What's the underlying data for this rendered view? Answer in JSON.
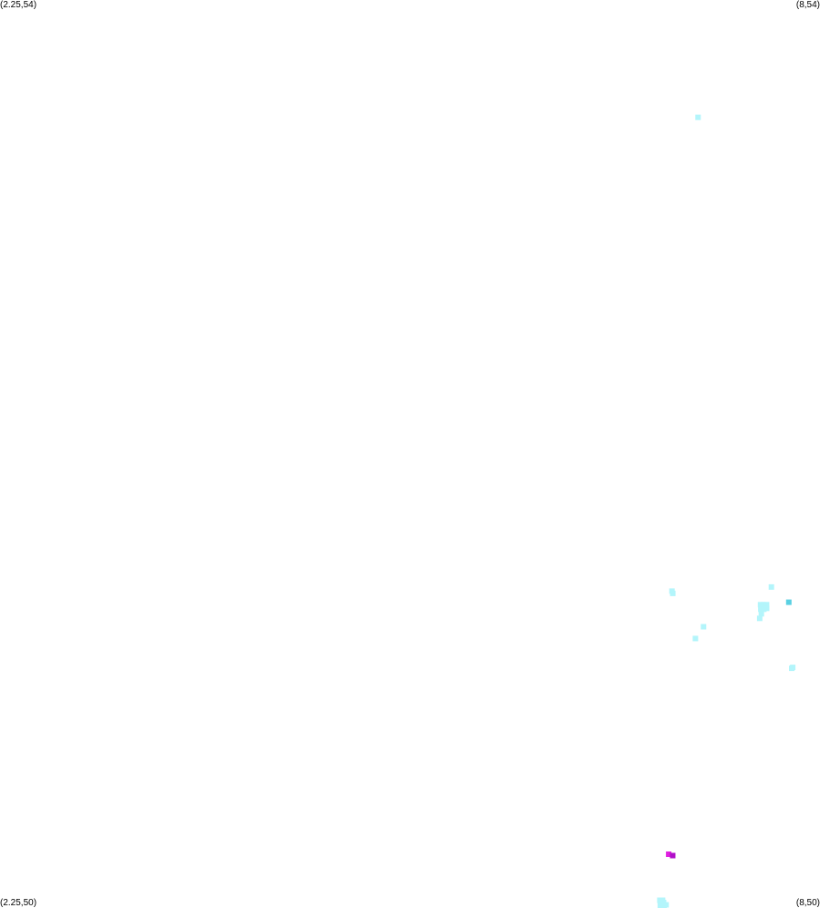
{
  "corners": {
    "top_left": "(2.25,54)",
    "top_right": "(8,54)",
    "bottom_left": "(2.25,50)",
    "bottom_right": "(8,50)"
  },
  "colors": {
    "light_cyan": "#b3f5fb",
    "medium_cyan": "#5ad0e2",
    "magenta": "#e020e0",
    "purple": "#b010c8"
  },
  "chart_data": {
    "type": "scatter",
    "xlim": [
      2.25,
      8
    ],
    "ylim": [
      50,
      54
    ],
    "series": [
      {
        "color": "light_cyan",
        "points": [
          [
            7.145,
            53.483
          ],
          [
            6.962,
            51.396
          ],
          [
            6.968,
            51.386
          ],
          [
            7.183,
            51.239
          ],
          [
            7.126,
            51.187
          ],
          [
            7.659,
            51.414
          ],
          [
            7.583,
            51.336
          ],
          [
            7.601,
            51.336
          ],
          [
            7.625,
            51.336
          ],
          [
            7.585,
            51.316
          ],
          [
            7.606,
            51.316
          ],
          [
            7.626,
            51.32
          ],
          [
            7.589,
            51.296
          ],
          [
            7.577,
            51.276
          ],
          [
            7.809,
            51.06
          ],
          [
            7.802,
            51.056
          ],
          [
            6.877,
            50.034
          ],
          [
            6.896,
            50.034
          ],
          [
            6.883,
            50.024
          ],
          [
            6.903,
            50.024
          ],
          [
            6.887,
            50.012
          ],
          [
            6.906,
            50.012
          ],
          [
            6.921,
            50.014
          ],
          [
            6.88,
            50.004
          ],
          [
            6.903,
            50.004
          ]
        ]
      },
      {
        "color": "medium_cyan",
        "points": [
          [
            7.781,
            51.347
          ]
        ]
      },
      {
        "color": "magenta",
        "points": [
          [
            6.939,
            50.237
          ]
        ]
      },
      {
        "color": "purple",
        "points": [
          [
            6.967,
            50.231
          ]
        ]
      }
    ]
  }
}
